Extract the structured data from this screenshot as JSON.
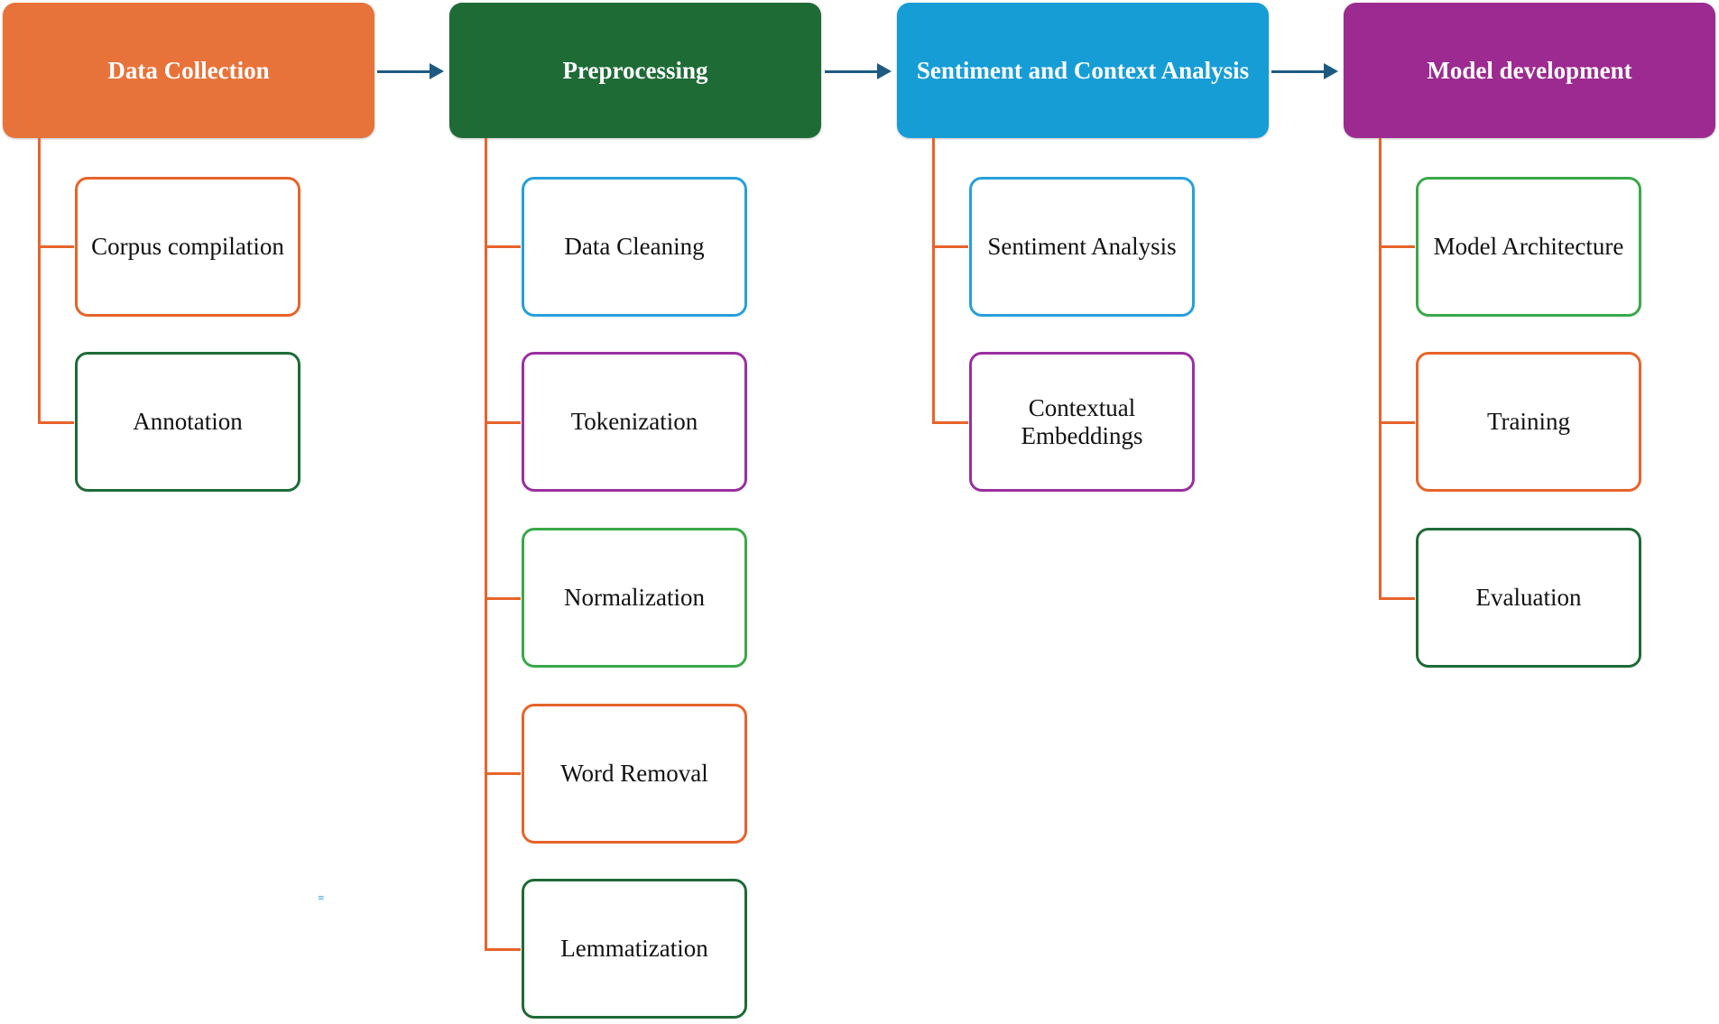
{
  "colors": {
    "data_collection": "#e8733a",
    "preprocessing": "#1e6b36",
    "sentiment_context": "#169dd6",
    "model_development": "#9c2a90",
    "connector_line": "#e8632a",
    "arrow": "#1c5a82",
    "border_orange": "#e8632a",
    "border_dark_green": "#1e6b36",
    "border_blue": "#26a0da",
    "border_purple": "#9a2fa0",
    "border_light_green": "#3aa84a"
  },
  "stages": [
    {
      "title": "Data Collection",
      "color": "#e8733a",
      "items": [
        {
          "label": "Corpus compilation",
          "border": "#e8632a"
        },
        {
          "label": "Annotation",
          "border": "#1e6b36"
        }
      ]
    },
    {
      "title": "Preprocessing",
      "color": "#1e6b36",
      "items": [
        {
          "label": "Data Cleaning",
          "border": "#26a0da"
        },
        {
          "label": "Tokenization",
          "border": "#9a2fa0"
        },
        {
          "label": "Normalization",
          "border": "#3aa84a"
        },
        {
          "label": "Word Removal",
          "border": "#e8632a"
        },
        {
          "label": "Lemmatization",
          "border": "#1e6b36"
        }
      ]
    },
    {
      "title": "Sentiment and Context Analysis",
      "color": "#169dd6",
      "items": [
        {
          "label": "Sentiment Analysis",
          "border": "#26a0da"
        },
        {
          "label": "Contextual Embeddings",
          "border": "#9a2fa0"
        }
      ]
    },
    {
      "title": "Model development",
      "color": "#9c2a90",
      "items": [
        {
          "label": "Model Architecture",
          "border": "#3aa84a"
        },
        {
          "label": "Training",
          "border": "#e8632a"
        },
        {
          "label": "Evaluation",
          "border": "#1e6b36"
        }
      ]
    }
  ],
  "marker_text": "≡"
}
